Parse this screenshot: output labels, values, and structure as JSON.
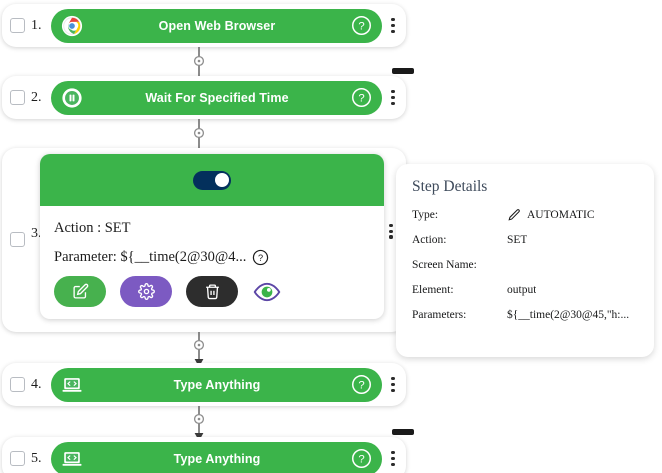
{
  "steps": [
    {
      "number": "1.",
      "label": "Open Web Browser",
      "icon": "chrome-icon",
      "checked": false
    },
    {
      "number": "2.",
      "label": "Wait For Specified Time",
      "icon": "pause-circle-icon",
      "checked": false
    },
    {
      "number": "3.",
      "label": "",
      "icon": "",
      "checked": false
    },
    {
      "number": "4.",
      "label": "Type Anything",
      "icon": "laptop-code-icon",
      "checked": false
    },
    {
      "number": "5.",
      "label": "Type Anything",
      "icon": "laptop-code-icon",
      "checked": false
    }
  ],
  "expanded_step": {
    "toggle_on": true,
    "action_line": "Action : SET",
    "parameter_line": "Parameter: ${__time(2@30@4...",
    "buttons": {
      "edit_label": "edit-step",
      "settings_label": "step-settings",
      "delete_label": "delete-step",
      "preview_label": "preview-step"
    }
  },
  "details": {
    "title": "Step Details",
    "rows": [
      {
        "key": "Type:",
        "value": "AUTOMATIC",
        "icon": "pencil-icon"
      },
      {
        "key": "Action:",
        "value": "SET",
        "icon": ""
      },
      {
        "key": "Screen Name:",
        "value": "",
        "icon": ""
      },
      {
        "key": "Element:",
        "value": "output",
        "icon": ""
      },
      {
        "key": "Parameters:",
        "value": "${__time(2@30@45,\"h:...",
        "icon": ""
      }
    ]
  },
  "colors": {
    "green": "#3bb44a",
    "toggle": "#03305c",
    "purple": "#7c5ac2",
    "dark": "#2d2d2d",
    "heading": "#3e4a5b"
  },
  "icons": {
    "help": "question-circle-icon",
    "kebab": "more-vertical-icon",
    "connector": "arrow-down-connector-icon",
    "edge_dash": "collapse-dash-icon"
  }
}
